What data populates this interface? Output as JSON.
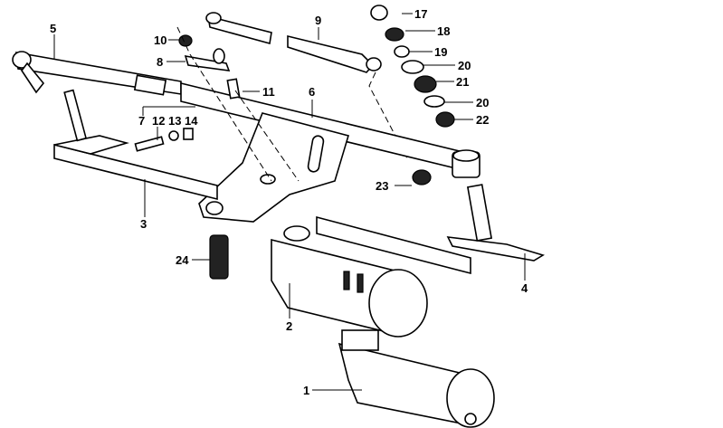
{
  "diagram": {
    "type": "exploded parts diagram",
    "labels": [
      "1",
      "2",
      "3",
      "4",
      "5",
      "6",
      "7",
      "8",
      "9",
      "10",
      "11",
      "12",
      "13",
      "14",
      "17",
      "18",
      "19",
      "20",
      "21",
      "20",
      "22",
      "23",
      "24"
    ]
  }
}
